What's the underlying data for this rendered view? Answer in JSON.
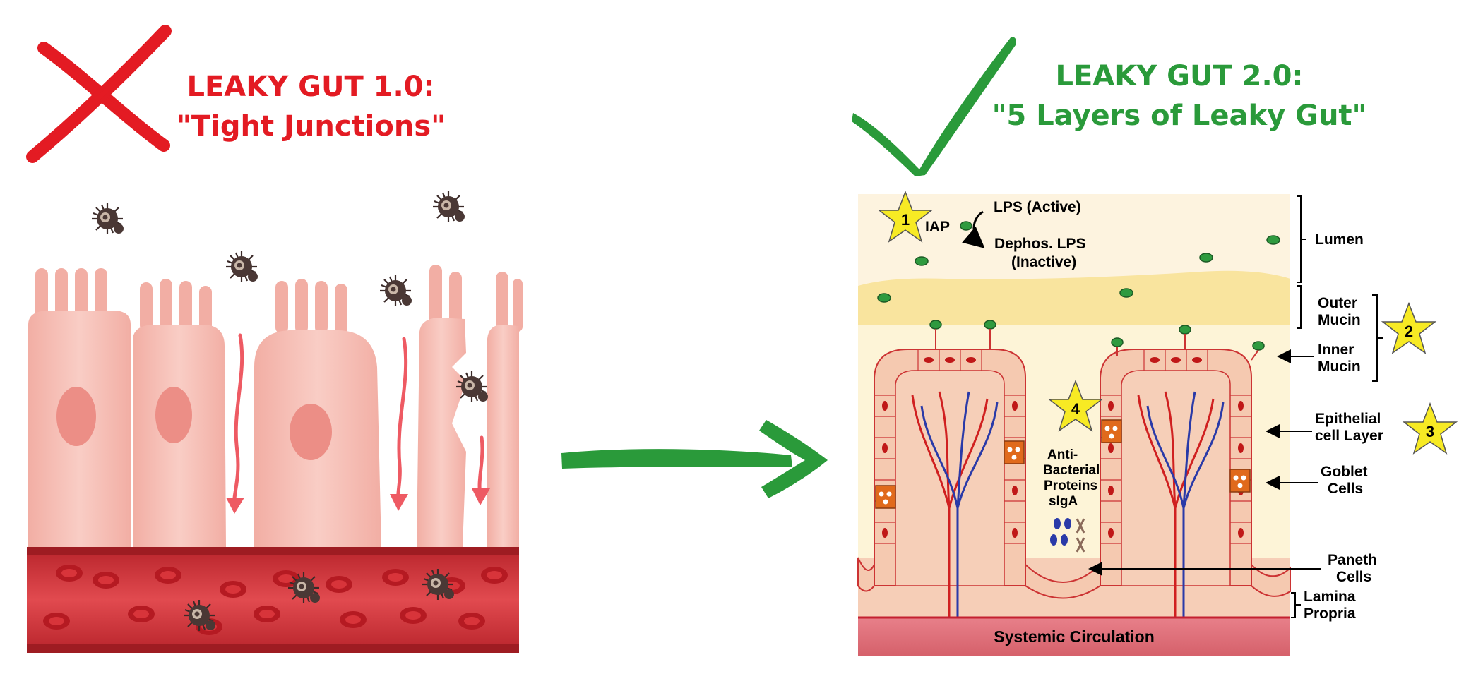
{
  "left": {
    "title_line1": "LEAKY GUT 1.0:",
    "title_line2": "\"Tight Junctions\""
  },
  "right": {
    "title_line1": "LEAKY GUT 2.0:",
    "title_line2": "\"5 Layers of Leaky Gut\""
  },
  "diagram": {
    "iap": "IAP",
    "lps_active": "LPS (Active)",
    "lps_dephos": "Dephos. LPS",
    "lps_inactive": "(Inactive)",
    "abp_1": "Anti-",
    "abp_2": "Bacterial",
    "abp_3": "Proteins",
    "abp_4": "sIgA",
    "systemic": "Systemic Circulation",
    "labels": {
      "lumen": "Lumen",
      "outer_1": "Outer",
      "outer_2": "Mucin",
      "inner_1": "Inner",
      "inner_2": "Mucin",
      "epi_1": "Epithelial",
      "epi_2": "cell Layer",
      "goblet_1": "Goblet",
      "goblet_2": "Cells",
      "paneth_1": "Paneth",
      "paneth_2": "Cells",
      "lamina_1": "Lamina",
      "lamina_2": "Propria"
    },
    "stars": [
      "1",
      "2",
      "3",
      "4"
    ]
  },
  "colors": {
    "red": "#e31b23",
    "green": "#2a9a3a",
    "cell_pink": "#f4b8ae",
    "blood": "#d83a3f",
    "star": "#f7ea24"
  }
}
